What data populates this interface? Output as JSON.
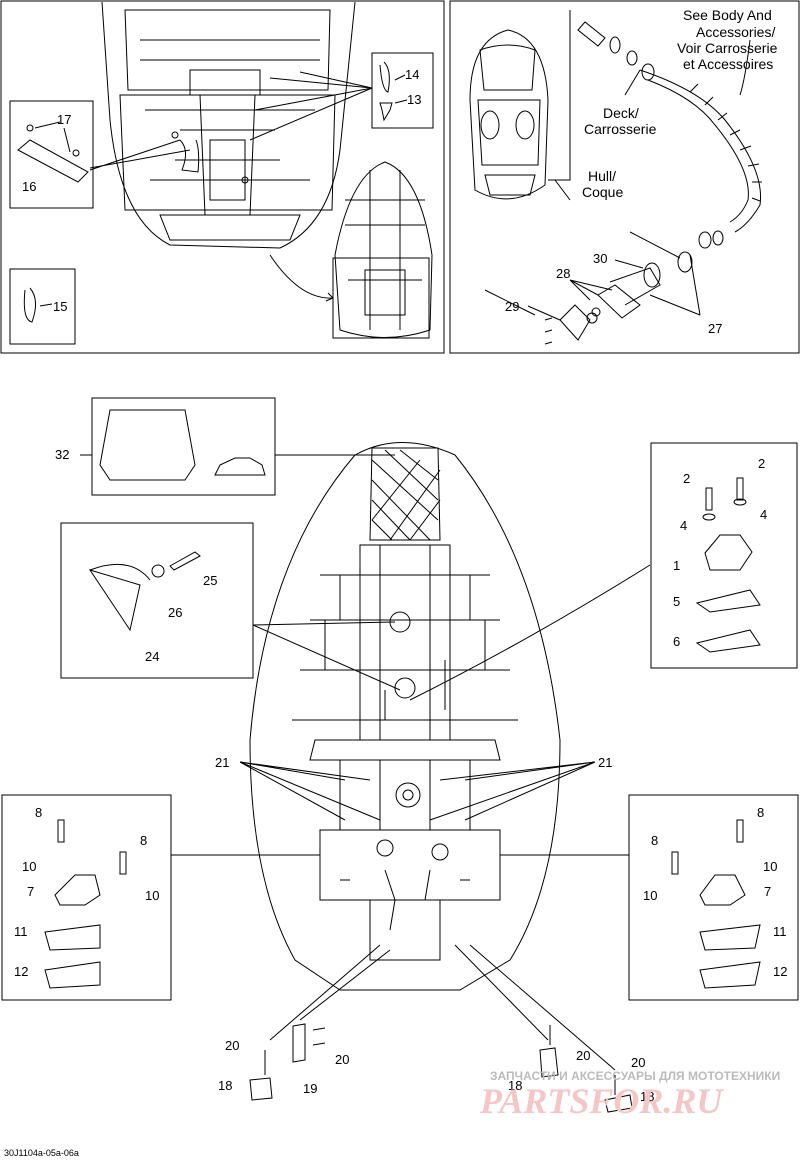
{
  "callouts": {
    "c1": "1",
    "c2a": "2",
    "c2b": "2",
    "c4a": "4",
    "c4b": "4",
    "c5": "5",
    "c6": "6",
    "c7a": "7",
    "c7b": "7",
    "c8a": "8",
    "c8b": "8",
    "c8c": "8",
    "c8d": "8",
    "c10a": "10",
    "c10b": "10",
    "c10c": "10",
    "c10d": "10",
    "c11a": "11",
    "c11b": "11",
    "c12a": "12",
    "c12b": "12",
    "c13": "13",
    "c14": "14",
    "c15": "15",
    "c16": "16",
    "c17": "17",
    "c18a": "18",
    "c18b": "18",
    "c18c": "18",
    "c19": "19",
    "c20a": "20",
    "c20b": "20",
    "c20c": "20",
    "c20d": "20",
    "c21a": "21",
    "c21b": "21",
    "c24": "24",
    "c25": "25",
    "c26": "26",
    "c27": "27",
    "c28": "28",
    "c29": "29",
    "c30": "30",
    "c32": "32"
  },
  "labels": {
    "see_body_1": "See Body And",
    "see_body_2": "Accessories/",
    "see_body_3": "Voir Carrosserie",
    "see_body_4": "et Accessoires",
    "deck_1": "Deck/",
    "deck_2": "Carrosserie",
    "hull_1": "Hull/",
    "hull_2": "Coque"
  },
  "watermark": {
    "line1": "ЗАПЧАСТИ И АКСЕССУАРЫ ДЛЯ МОТОТЕХНИКИ",
    "line2": "PARTSFOR.RU"
  },
  "diagram_code": "30J1104a-05a-06a"
}
